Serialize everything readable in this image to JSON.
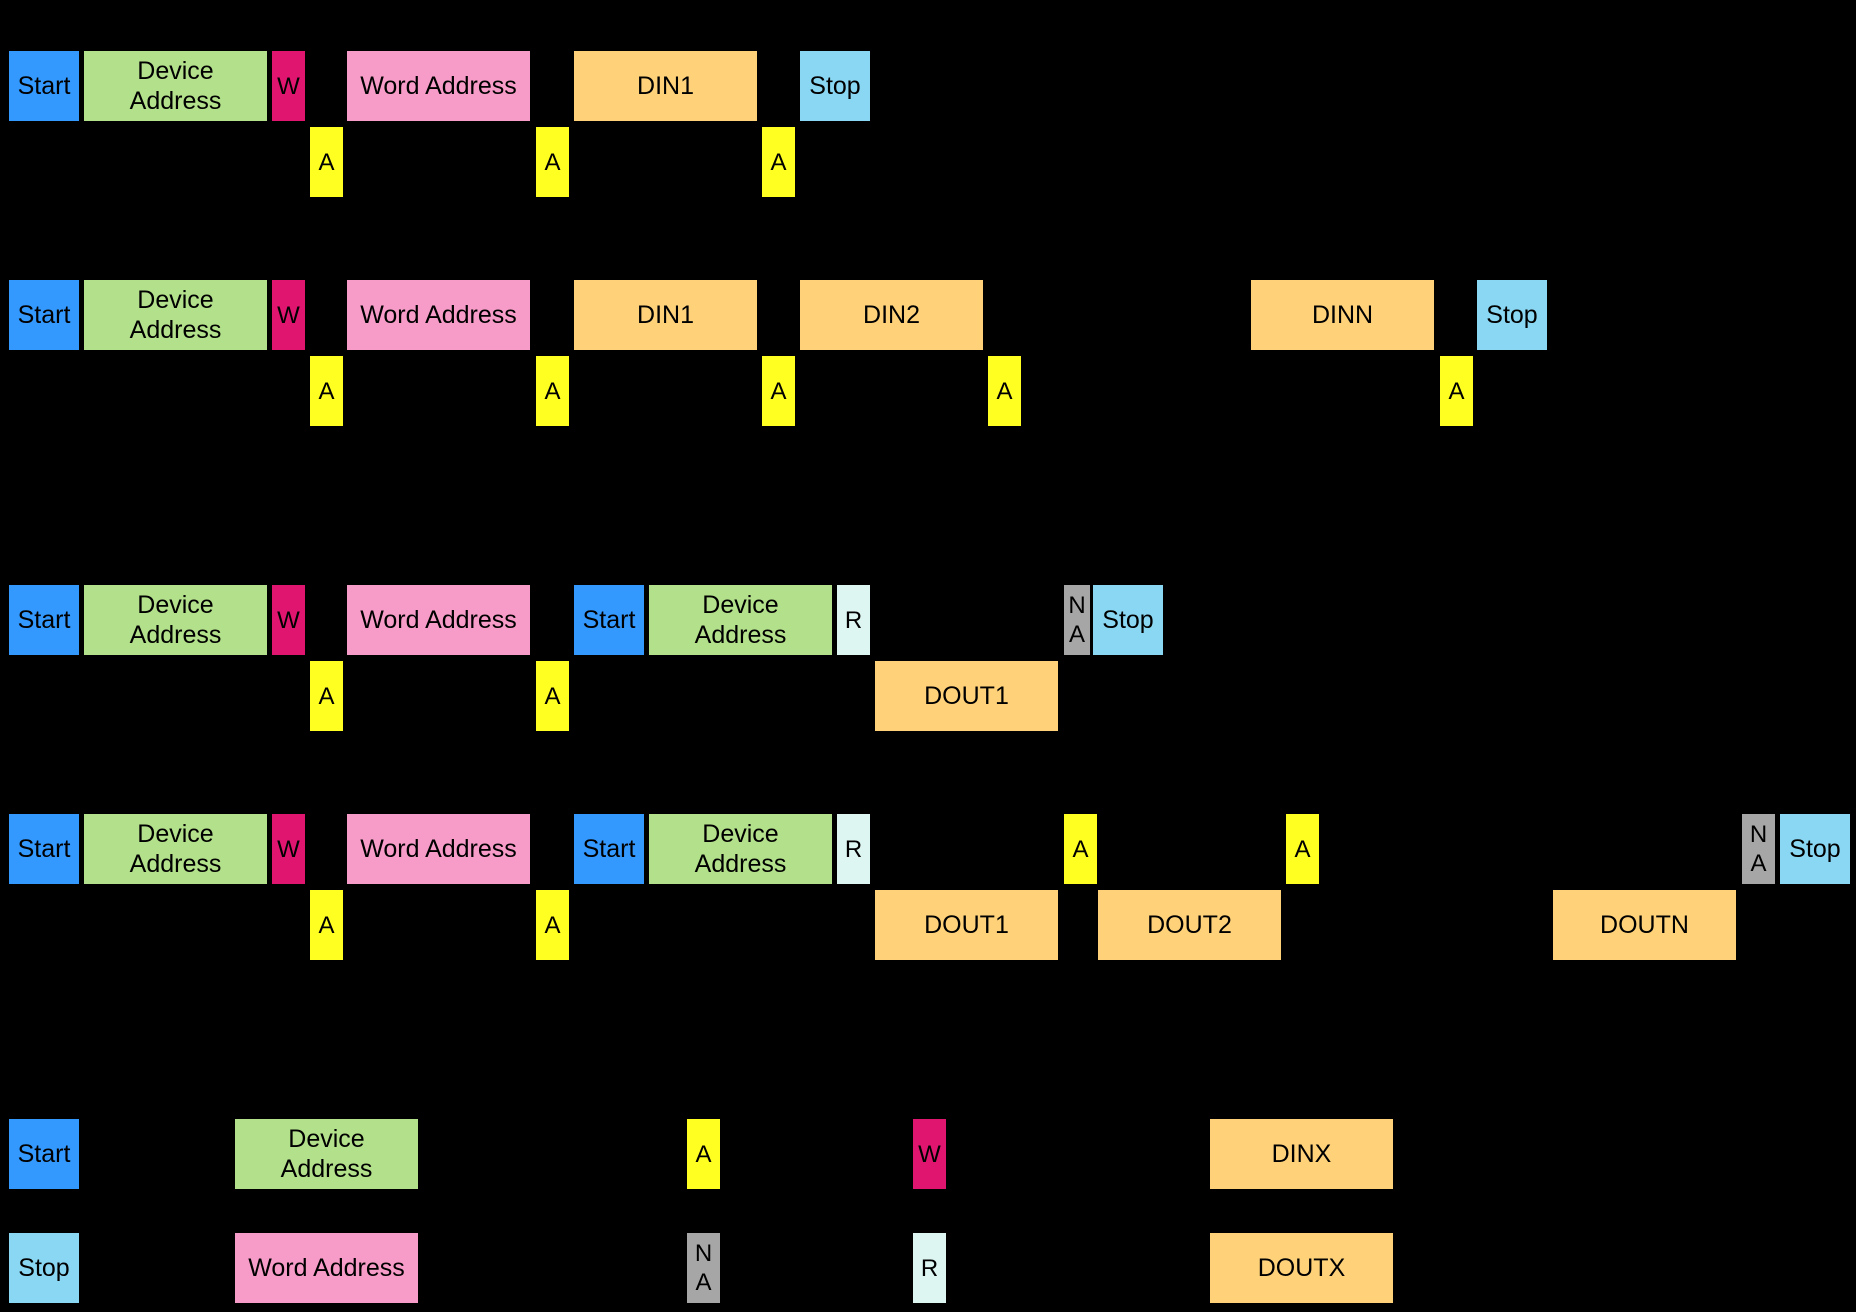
{
  "colors": {
    "background": "#000000",
    "start": "#3399FF",
    "device": "#B3E08A",
    "write": "#E0156F",
    "word": "#F79CC8",
    "data": "#FFD27A",
    "stop": "#89D7F2",
    "ack": "#FFFF22",
    "nack": "#A6A6A6",
    "read": "#DDF6F2"
  },
  "sequences": [
    {
      "name": "single-write",
      "blocks": [
        {
          "kind": "start",
          "label": "Start"
        },
        {
          "kind": "device",
          "label": "Device\nAddress"
        },
        {
          "kind": "write",
          "label": "W"
        },
        {
          "kind": "ack",
          "label": "A"
        },
        {
          "kind": "word",
          "label": "Word Address"
        },
        {
          "kind": "ack",
          "label": "A"
        },
        {
          "kind": "data",
          "label": "DIN1"
        },
        {
          "kind": "ack",
          "label": "A"
        },
        {
          "kind": "stop",
          "label": "Stop"
        }
      ]
    },
    {
      "name": "burst-write",
      "blocks": [
        {
          "kind": "start",
          "label": "Start"
        },
        {
          "kind": "device",
          "label": "Device\nAddress"
        },
        {
          "kind": "write",
          "label": "W"
        },
        {
          "kind": "ack",
          "label": "A"
        },
        {
          "kind": "word",
          "label": "Word Address"
        },
        {
          "kind": "ack",
          "label": "A"
        },
        {
          "kind": "data",
          "label": "DIN1"
        },
        {
          "kind": "ack",
          "label": "A"
        },
        {
          "kind": "data",
          "label": "DIN2"
        },
        {
          "kind": "ack",
          "label": "A"
        },
        {
          "kind": "data",
          "label": "DINN"
        },
        {
          "kind": "ack",
          "label": "A"
        },
        {
          "kind": "stop",
          "label": "Stop"
        }
      ]
    },
    {
      "name": "single-read",
      "blocks": [
        {
          "kind": "start",
          "label": "Start"
        },
        {
          "kind": "device",
          "label": "Device\nAddress"
        },
        {
          "kind": "write",
          "label": "W"
        },
        {
          "kind": "ack",
          "label": "A"
        },
        {
          "kind": "word",
          "label": "Word Address"
        },
        {
          "kind": "ack",
          "label": "A"
        },
        {
          "kind": "start",
          "label": "Start"
        },
        {
          "kind": "device",
          "label": "Device\nAddress"
        },
        {
          "kind": "read",
          "label": "R"
        },
        {
          "kind": "data",
          "label": "DOUT1"
        },
        {
          "kind": "nack",
          "label": "N\nA"
        },
        {
          "kind": "stop",
          "label": "Stop"
        }
      ]
    },
    {
      "name": "burst-read",
      "blocks": [
        {
          "kind": "start",
          "label": "Start"
        },
        {
          "kind": "device",
          "label": "Device\nAddress"
        },
        {
          "kind": "write",
          "label": "W"
        },
        {
          "kind": "ack",
          "label": "A"
        },
        {
          "kind": "word",
          "label": "Word Address"
        },
        {
          "kind": "ack",
          "label": "A"
        },
        {
          "kind": "start",
          "label": "Start"
        },
        {
          "kind": "device",
          "label": "Device\nAddress"
        },
        {
          "kind": "read",
          "label": "R"
        },
        {
          "kind": "data",
          "label": "DOUT1"
        },
        {
          "kind": "ack",
          "label": "A"
        },
        {
          "kind": "data",
          "label": "DOUT2"
        },
        {
          "kind": "ack",
          "label": "A"
        },
        {
          "kind": "data",
          "label": "DOUTN"
        },
        {
          "kind": "nack",
          "label": "N\nA"
        },
        {
          "kind": "stop",
          "label": "Stop"
        }
      ]
    }
  ],
  "legend": [
    {
      "kind": "start",
      "label": "Start"
    },
    {
      "kind": "device",
      "label": "Device\nAddress"
    },
    {
      "kind": "ack",
      "label": "A"
    },
    {
      "kind": "write",
      "label": "W"
    },
    {
      "kind": "data",
      "label": "DINX"
    },
    {
      "kind": "stop",
      "label": "Stop"
    },
    {
      "kind": "word",
      "label": "Word Address"
    },
    {
      "kind": "nack",
      "label": "N\nA"
    },
    {
      "kind": "read",
      "label": "R"
    },
    {
      "kind": "data",
      "label": "DOUTX"
    }
  ]
}
